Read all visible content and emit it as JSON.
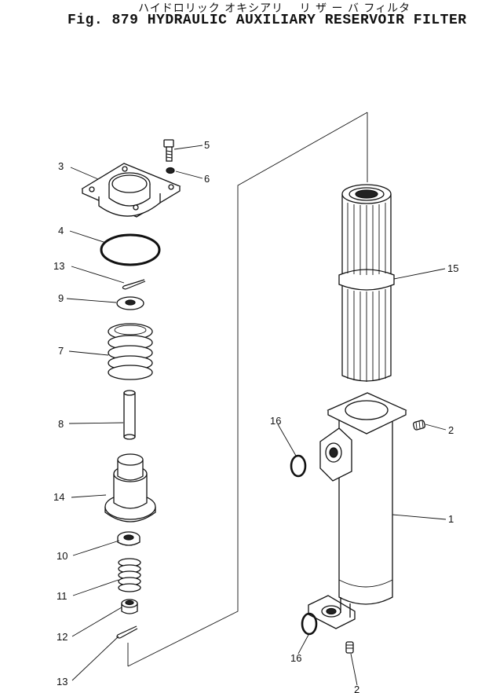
{
  "title": {
    "japanese": "ハイドロリック オキシアリ　 リ ザ ー バ フィルタ",
    "english": "Fig. 879 HYDRAULIC AUXILIARY RESERVOIR FILTER"
  },
  "callouts": [
    {
      "id": "c5",
      "label": "5"
    },
    {
      "id": "c3",
      "label": "3"
    },
    {
      "id": "c6",
      "label": "6"
    },
    {
      "id": "c4",
      "label": "4"
    },
    {
      "id": "c13a",
      "label": "13"
    },
    {
      "id": "c9",
      "label": "9"
    },
    {
      "id": "c7",
      "label": "7"
    },
    {
      "id": "c8",
      "label": "8"
    },
    {
      "id": "c14",
      "label": "14"
    },
    {
      "id": "c10",
      "label": "10"
    },
    {
      "id": "c11",
      "label": "11"
    },
    {
      "id": "c12",
      "label": "12"
    },
    {
      "id": "c13b",
      "label": "13"
    },
    {
      "id": "c15",
      "label": "15"
    },
    {
      "id": "c16a",
      "label": "16"
    },
    {
      "id": "c2a",
      "label": "2"
    },
    {
      "id": "c1",
      "label": "1"
    },
    {
      "id": "c16b",
      "label": "16"
    },
    {
      "id": "c2b",
      "label": "2"
    }
  ]
}
